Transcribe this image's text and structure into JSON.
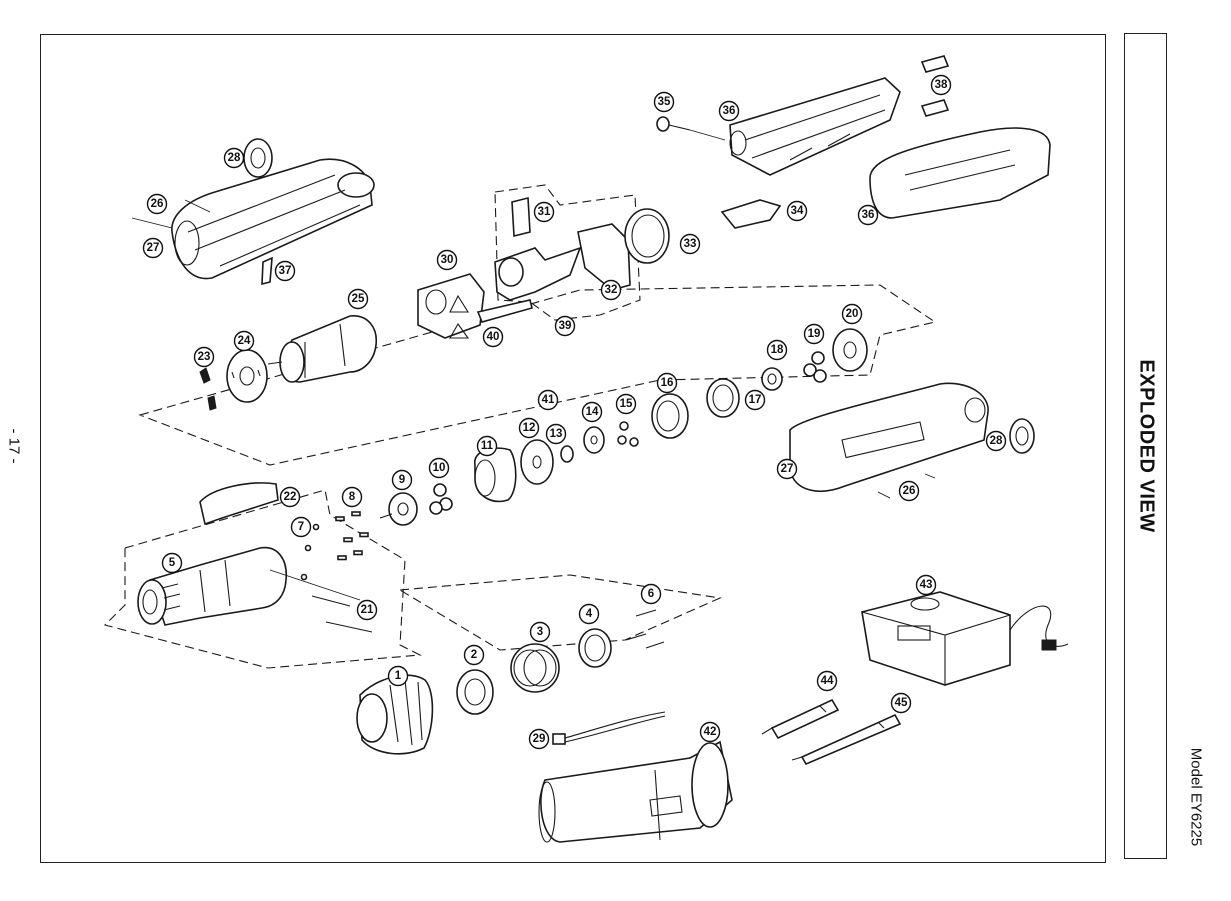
{
  "page": {
    "page_number": "- 17 -",
    "side_title": "EXPLODED VIEW",
    "model_label": "Model EY6225"
  },
  "callouts": [
    "1",
    "2",
    "3",
    "4",
    "5",
    "6",
    "7",
    "8",
    "9",
    "10",
    "11",
    "12",
    "13",
    "14",
    "15",
    "16",
    "17",
    "18",
    "19",
    "20",
    "21",
    "22",
    "23",
    "24",
    "25",
    "26",
    "26",
    "27",
    "27",
    "28",
    "28",
    "29",
    "30",
    "31",
    "32",
    "33",
    "34",
    "35",
    "36",
    "36",
    "37",
    "38",
    "39",
    "40",
    "41",
    "42",
    "43",
    "44",
    "45"
  ]
}
